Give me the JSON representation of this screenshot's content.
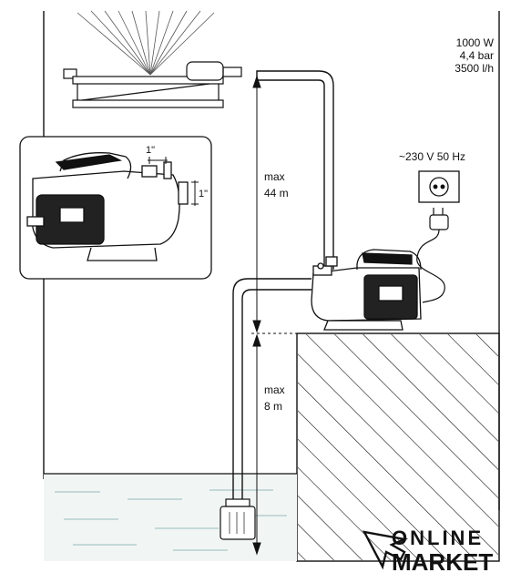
{
  "specs": {
    "power": "1000 W",
    "pressure": "4,4 bar",
    "flow": "3500 l/h"
  },
  "supply": {
    "voltage": "~230 V  50 Hz"
  },
  "heights": {
    "discharge_max_label": "max",
    "discharge_max_value": "44 m",
    "suction_max_label": "max",
    "suction_max_value": "8 m"
  },
  "inset": {
    "outlet_size": "1\"",
    "inlet_size": "1\""
  },
  "logo": {
    "line1": "ONLINE",
    "line2": "MARKET",
    "color": "#111111"
  },
  "icons": [
    "sprinkler-icon",
    "pump-icon",
    "socket-icon",
    "plug-icon",
    "foot-valve-icon",
    "cursor-arrow-icon"
  ]
}
